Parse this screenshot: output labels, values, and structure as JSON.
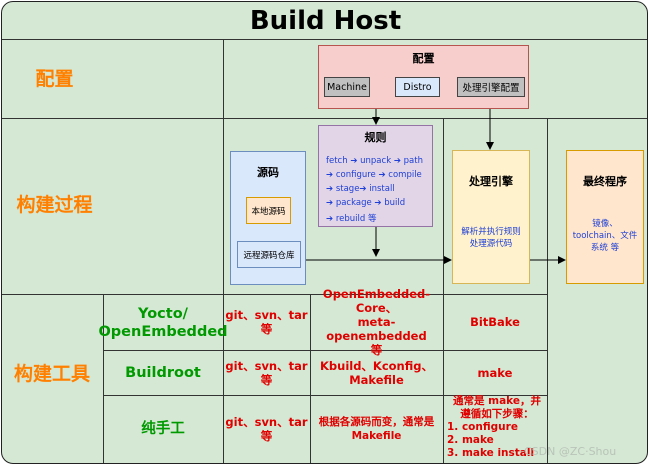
{
  "title": "Build Host",
  "rows": {
    "config": "配置",
    "build_process": "构建过程",
    "build_tools": "构建工具"
  },
  "config_box": {
    "title": "配置",
    "items": [
      "Machine",
      "Distro",
      "处理引擎配置"
    ]
  },
  "rules_box": {
    "title": "规则",
    "lines": [
      "fetch ➔ unpack ➔ path",
      "➔ configure ➔ compile",
      "➔ stage➔ install",
      "➔ package ➔ build",
      "➔ rebuild 等"
    ]
  },
  "source_box": {
    "title": "源码",
    "local": "本地源码",
    "remote": "远程源码仓库"
  },
  "engine_box": {
    "title": "处理引擎",
    "desc_line1": "解析并执行规则",
    "desc_line2": "处理源代码"
  },
  "final_box": {
    "title": "最终程序",
    "desc_line1": "镜像、",
    "desc_line2": "toolchain、文件",
    "desc_line3": "系统 等"
  },
  "tools": [
    {
      "name_line1": "Yocto/",
      "name_line2": "OpenEmbedded",
      "source_line1": "git、svn、tar",
      "source_line2": "等",
      "rules_line1": "OpenEmbedded-Core、",
      "rules_line2": "meta-openembedded",
      "rules_line3": "等",
      "engine": "BitBake"
    },
    {
      "name_line1": "Buildroot",
      "source_line1": "git、svn、tar",
      "source_line2": "等",
      "rules_line1": "Kbuild、Kconfig、",
      "rules_line2": "Makefile",
      "engine": "make"
    },
    {
      "name_line1": "纯手工",
      "source_line1": "git、svn、tar",
      "source_line2": "等",
      "rules_line1": "根据各源码而变，通常是",
      "rules_line2": "Makefile",
      "engine_line1": "通常是 make，并",
      "engine_line2": "遵循如下步骤：",
      "engine_line3": "1. configure",
      "engine_line4": "2. make",
      "engine_line5": "3. make install"
    }
  ],
  "watermark": "CSDN @ZC·Shou"
}
